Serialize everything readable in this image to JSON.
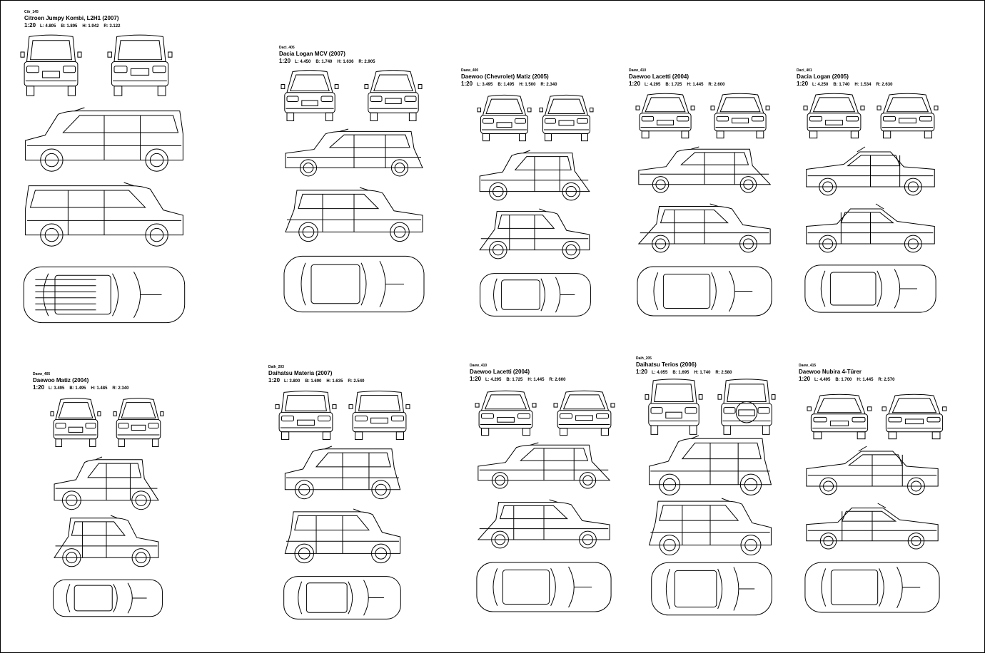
{
  "sheet": {
    "cars": [
      {
        "code": "Citr_145",
        "name": "Citroen Jumpy Kombi, L2H1 (2007)",
        "scale": "1:20",
        "L": "L: 4.805",
        "B": "B: 1.895",
        "H": "H: 1.942",
        "R": "R: 3.122",
        "kind": "van"
      },
      {
        "code": "Daci_405",
        "name": "Dacia Logan MCV (2007)",
        "scale": "1:20",
        "L": "L: 4.450",
        "B": "B: 1.740",
        "H": "H: 1.636",
        "R": "R: 2.905",
        "kind": "wagon"
      },
      {
        "code": "Daew_400",
        "name": "Daewoo (Chevrolet) Matiz (2005)",
        "scale": "1:20",
        "L": "L: 3.495",
        "B": "B: 1.495",
        "H": "H: 1.500",
        "R": "R: 2.340",
        "kind": "hatch"
      },
      {
        "code": "Daew_410",
        "name": "Daewoo Lacetti (2004)",
        "scale": "1:20",
        "L": "L: 4.295",
        "B": "B: 1.725",
        "H": "H: 1.445",
        "R": "R: 2.600",
        "kind": "hatch"
      },
      {
        "code": "Daci_401",
        "name": "Dacia Logan (2005)",
        "scale": "1:20",
        "L": "L: 4.250",
        "B": "B: 1.740",
        "H": "H: 1.534",
        "R": "R: 2.630",
        "kind": "sedan"
      },
      {
        "code": "Daew_405",
        "name": "Daewoo Matiz (2004)",
        "scale": "1:20",
        "L": "L: 3.495",
        "B": "B: 1.495",
        "H": "H: 1.485",
        "R": "R: 2.340",
        "kind": "hatch"
      },
      {
        "code": "Daih_203",
        "name": "Daihatsu Materia (2007)",
        "scale": "1:20",
        "L": "L: 3.800",
        "B": "B: 1.690",
        "H": "H: 1.635",
        "R": "R: 2.540",
        "kind": "box"
      },
      {
        "code": "Daew_410",
        "name": "Daewoo Lacetti (2004)",
        "scale": "1:20",
        "L": "L: 4.295",
        "B": "B: 1.725",
        "H": "H: 1.445",
        "R": "R: 2.600",
        "kind": "hatch"
      },
      {
        "code": "Daih_205",
        "name": "Daihatsu Terios (2006)",
        "scale": "1:20",
        "L": "L: 4.055",
        "B": "B: 1.695",
        "H": "H: 1.740",
        "R": "R: 2.580",
        "kind": "suv"
      },
      {
        "code": "Daew_415",
        "name": "Daewoo Nubira 4-Türer",
        "scale": "1:20",
        "L": "L: 4.495",
        "B": "B: 1.700",
        "H": "H: 1.445",
        "R": "R: 2.570",
        "kind": "sedan"
      }
    ]
  }
}
